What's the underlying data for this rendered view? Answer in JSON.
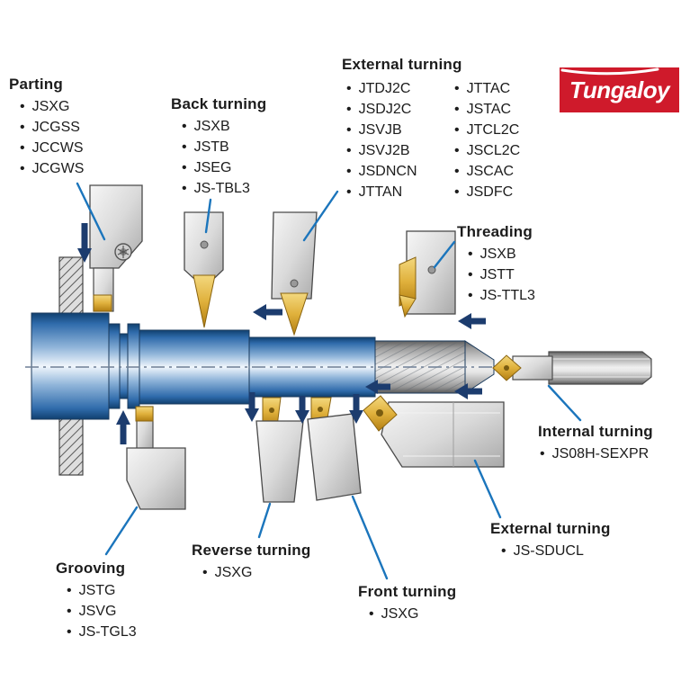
{
  "brand": {
    "name": "Tungaloy"
  },
  "colors": {
    "leader_blue": "#1b75bc",
    "arrow_navy": "#1c3c6e",
    "logo_red": "#cf1a2b",
    "insert_gold": "#dfae36",
    "workpiece_blue": "#2f6bab"
  },
  "groups": {
    "parting": {
      "title": "Parting",
      "items": [
        "JSXG",
        "JCGSS",
        "JCCWS",
        "JCGWS"
      ]
    },
    "back_turning": {
      "title": "Back turning",
      "items": [
        "JSXB",
        "JSTB",
        "JSEG",
        "JS-TBL3"
      ]
    },
    "external_turning_top": {
      "title": "External turning",
      "col1": [
        "JTDJ2C",
        "JSDJ2C",
        "JSVJB",
        "JSVJ2B",
        "JSDNCN",
        "JTTAN"
      ],
      "col2": [
        "JTTAC",
        "JSTAC",
        "JTCL2C",
        "JSCL2C",
        "JSCAC",
        "JSDFC"
      ]
    },
    "threading": {
      "title": "Threading",
      "items": [
        "JSXB",
        "JSTT",
        "JS-TTL3"
      ]
    },
    "internal_turning": {
      "title": "Internal turning",
      "items": [
        "JS08H-SEXPR"
      ]
    },
    "external_turning_bottom": {
      "title": "External turning",
      "items": [
        "JS-SDUCL"
      ]
    },
    "grooving": {
      "title": "Grooving",
      "items": [
        "JSTG",
        "JSVG",
        "JS-TGL3"
      ]
    },
    "reverse_turning": {
      "title": "Reverse turning",
      "items": [
        "JSXG"
      ]
    },
    "front_turning": {
      "title": "Front turning",
      "items": [
        "JSXG"
      ]
    }
  }
}
